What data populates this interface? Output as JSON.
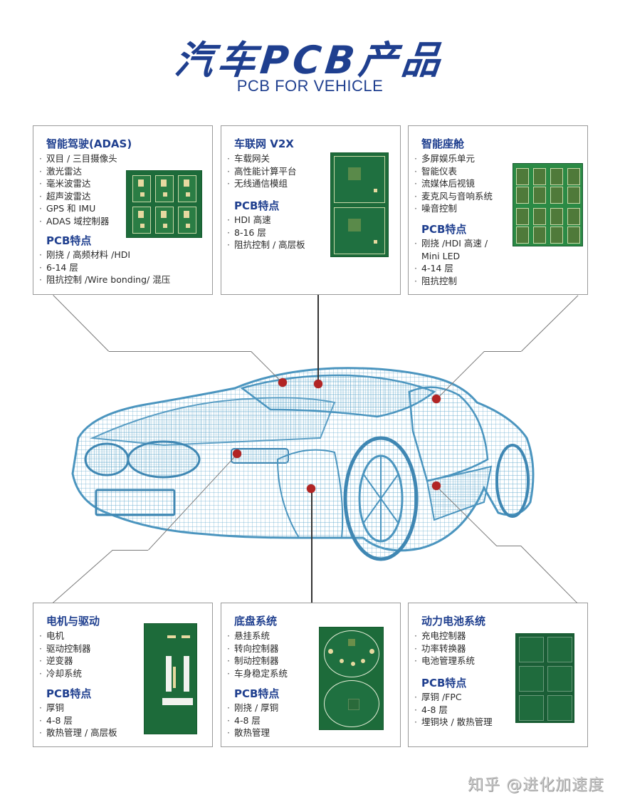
{
  "header": {
    "title": "汽车PCB产品",
    "subtitle": "PCB FOR VEHICLE"
  },
  "colors": {
    "brand_blue": "#1f3f8f",
    "marker_red": "#b22424",
    "wireframe_blue": "#5aa3c8",
    "pcb_green": "#1d6b3a",
    "border_gray": "#9a9a9a"
  },
  "cards": [
    {
      "title": "智能驾驶(ADAS)",
      "applications": [
        "双目 / 三目摄像头",
        "激光雷达",
        "毫米波雷达",
        "超声波雷达",
        "GPS 和 IMU",
        "ADAS 域控制器"
      ],
      "features_title": "PCB特点",
      "features": [
        "刚挠 / 高频材料 /HDI",
        "6-14 层",
        "阻抗控制 /Wire bonding/ 混压"
      ]
    },
    {
      "title": "车联网 V2X",
      "applications": [
        "车载网关",
        "高性能计算平台",
        "无线通信模组"
      ],
      "features_title": "PCB特点",
      "features": [
        "HDI 高速",
        "8-16 层",
        "阻抗控制 / 高层板"
      ]
    },
    {
      "title": "智能座舱",
      "applications": [
        "多屏娱乐单元",
        "智能仪表",
        "流媒体后视镜",
        "麦克风与音响系统",
        "噪音控制"
      ],
      "features_title": "PCB特点",
      "features": [
        "刚挠 /HDI 高速 /",
        "Mini LED",
        "4-14 层",
        "阻抗控制"
      ]
    },
    {
      "title": "电机与驱动",
      "applications": [
        "电机",
        "驱动控制器",
        "逆变器",
        "冷却系统"
      ],
      "features_title": "PCB特点",
      "features": [
        "厚铜",
        "4-8 层",
        "散热管理 / 高层板"
      ]
    },
    {
      "title": "底盘系统",
      "applications": [
        "悬挂系统",
        "转向控制器",
        "制动控制器",
        "车身稳定系统"
      ],
      "features_title": "PCB特点",
      "features": [
        "刚挠 / 厚铜",
        "4-8 层",
        "散热管理"
      ]
    },
    {
      "title": "动力电池系统",
      "applications": [
        "充电控制器",
        "功率转换器",
        "电池管理系统"
      ],
      "features_title": "PCB特点",
      "features": [
        "厚铜 /FPC",
        "4-8 层",
        "埋铜块 / 散热管理"
      ]
    }
  ],
  "watermark": "知乎 @进化加速度"
}
